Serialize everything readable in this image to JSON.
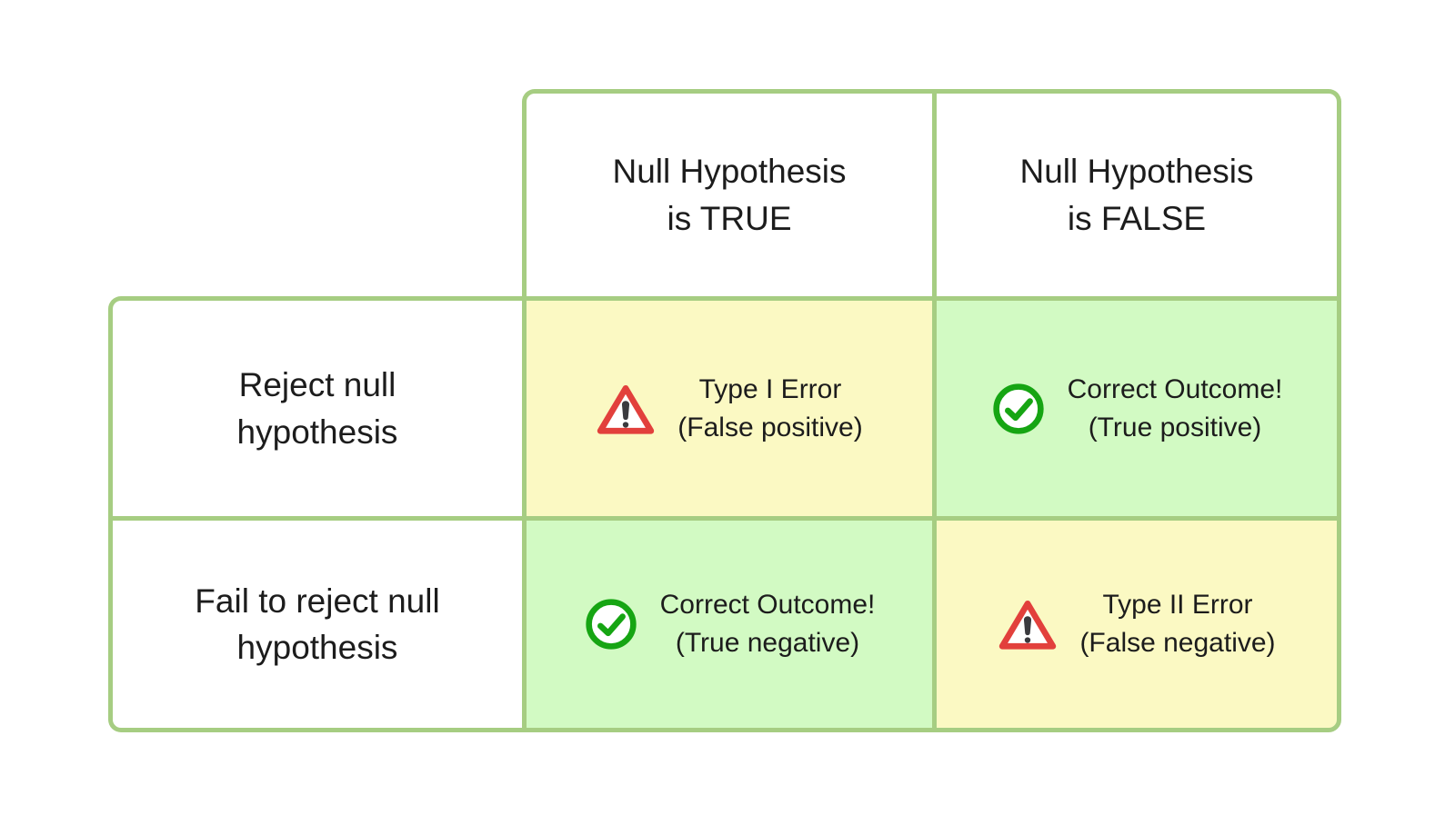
{
  "diagram": {
    "column_headers": [
      {
        "label": "Null Hypothesis\nis TRUE"
      },
      {
        "label": "Null Hypothesis\nis FALSE"
      }
    ],
    "row_headers": [
      {
        "label": "Reject null\nhypothesis"
      },
      {
        "label": "Fail to reject null\nhypothesis"
      }
    ],
    "cells": [
      {
        "outcome": "error",
        "icon": "warning-icon",
        "label": "Type I Error\n(False positive)"
      },
      {
        "outcome": "correct",
        "icon": "check-circle-icon",
        "label": "Correct Outcome!\n(True positive)"
      },
      {
        "outcome": "correct",
        "icon": "check-circle-icon",
        "label": "Correct Outcome!\n(True negative)"
      },
      {
        "outcome": "error",
        "icon": "warning-icon",
        "label": "Type II Error\n(False negative)"
      }
    ],
    "colors": {
      "grid_line": "#a6cd82",
      "error_cell_bg": "#fbf9c3",
      "correct_cell_bg": "#d2fac3",
      "warning_icon_red": "#e2403c",
      "warning_icon_mark": "#3a3a3e",
      "check_icon_green": "#16a513",
      "text": "#1c1c1c"
    }
  }
}
